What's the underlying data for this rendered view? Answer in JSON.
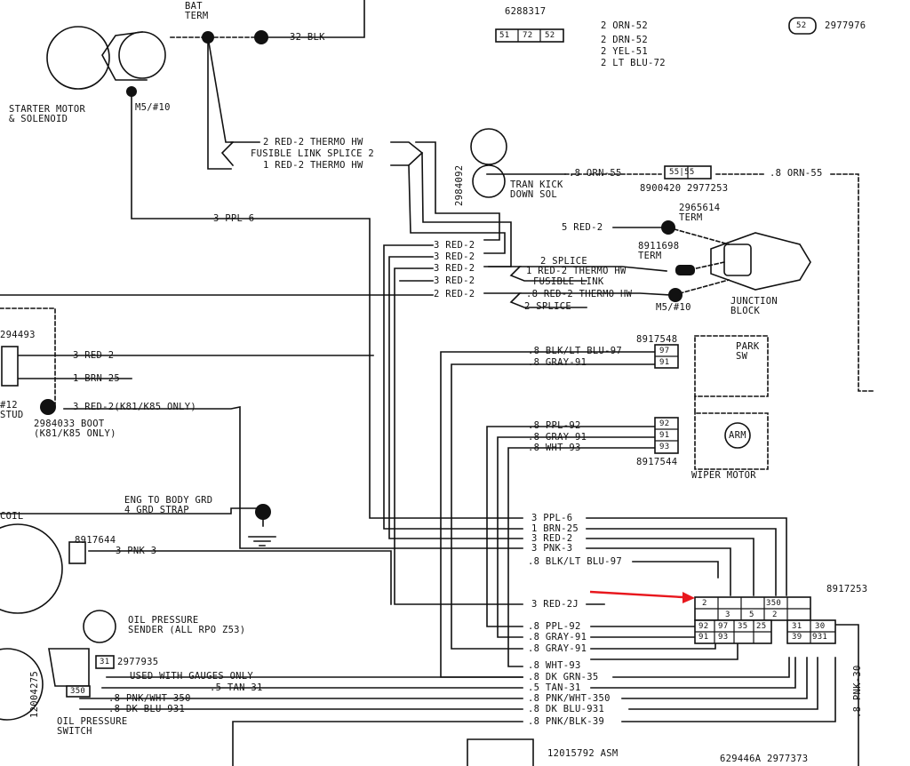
{
  "labels": {
    "bat_term": "BAT\nTERM",
    "starter": "STARTER MOTOR\n& SOLENOID",
    "m5_10_top": "M5/#10",
    "blk32": "32 BLK",
    "p6288317": "6288317",
    "orn52a": "2 ORN-52",
    "orn52b": "2 DRN-52",
    "yel51": "2 YEL-51",
    "ltblu72": "2 LT BLU-72",
    "p2977976": "2977976",
    "red2thermo_a": "2 RED-2 THERMO HW",
    "fusible_splice2": "FUSIBLE LINK SPLICE 2",
    "red2thermo_b": "1 RED-2 THERMO HW",
    "p2984092": "2984092",
    "tran_kick": "TRAN KICK\nDOWN SOL",
    "orn55a": ".8 ORN-55",
    "p8900420": "8900420 2977253",
    "orn55b": ".8 ORN-55",
    "ppl6": "3 PPL 6",
    "red2_5": "5 RED-2",
    "p2965614": "2965614\nTERM",
    "p8911698": "8911698\nTERM",
    "junction": "JUNCTION\nBLOCK",
    "m5_10_b": "M5/#10",
    "red2_r1": "3 RED-2",
    "red2_r2": "3 RED-2",
    "red2_r3": "3 RED-2",
    "red2_r4": "3 RED-2",
    "red2_r5": "2 RED-2",
    "splice_a": "2 SPLICE",
    "red2thermo_c": "1 RED-2 THERMO HW",
    "fusible_link": "FUSIBLE LINK",
    "red2thermo_d": ".8 RED-2 THERMO HW",
    "splice_b": "2 SPLICE",
    "p294493": "294493",
    "red2_left": "3 RED-2",
    "brn25_left": "1 BRN-25",
    "red2_k81": "3 RED-2(K81/K85 ONLY)",
    "stud12": "#12\nSTUD",
    "boot": "2984033 BOOT\n(K81/K85 ONLY)",
    "p8917548": "8917548",
    "blkltblu97": ".8 BLK/LT BLU-97",
    "gray91": ".8 GRAY-91",
    "park_sw": "PARK\nSW",
    "ppl92": ".8 PPL-92",
    "gray91b": ".8 GRAY-91",
    "wht93": ".8 WHT-93",
    "p8917544": "8917544",
    "wiper": "WIPER MOTOR",
    "arm": "ARM",
    "eng_body": "ENG TO BODY GRD\n4 GRD STRAP",
    "coil": "COIL",
    "p8917644": "8917644",
    "pnk3_left": "3 PNK-3",
    "oil_sender": "OIL PRESSURE\nSENDER (ALL RPO Z53)",
    "p12004275": "12004275",
    "p2977935": "2977935",
    "gauges_only": "USED WITH GAUGES ONLY",
    "tan31_left": ".5 TAN-31",
    "pnkwht350_left": ".8 PNK/WHT-350",
    "dkblu931_left": ".8 DK BLU-931",
    "oil_switch": "OIL PRESSURE\nSWITCH",
    "r_ppl6": "3 PPL-6",
    "r_brn25": "1 BRN-25",
    "r_red2": "3 RED-2",
    "r_pnk3": "3 PNK-3",
    "r_blk97": ".8 BLK/LT BLU-97",
    "r_red2j": "3 RED-2J",
    "p8917253": "8917253",
    "r_ppl92": ".8 PPL-92",
    "r_gray91a": ".8 GRAY-91",
    "r_gray91b": ".8 GRAY-91",
    "r_wht93": ".8 WHT-93",
    "r_dkgrn35": ".8 DK GRN-35",
    "r_tan31": ".5 TAN-31",
    "r_pnkwht350": ".8 PNK/WHT-350",
    "r_dkblu931": ".8 DK BLU-931",
    "r_pnkblk39": ".8 PNK/BLK-39",
    "pnk30_vert": ".8 PNK-30",
    "p12015792": "12015792 ASM",
    "p629446a": "629446A 2977373"
  },
  "connector_main": {
    "row1": [
      "2",
      "",
      "",
      "350",
      ""
    ],
    "row2": [
      "",
      "3",
      "5",
      "2",
      ""
    ],
    "row3": [
      "92",
      "97",
      "35",
      "25",
      "31",
      "30"
    ],
    "row4": [
      "91",
      "93",
      "",
      "",
      "39",
      "931"
    ]
  },
  "small_connectors": {
    "c72": [
      "51",
      "72",
      "52"
    ],
    "c5255": "55|55",
    "c29": "52",
    "c97": [
      "97",
      "91"
    ],
    "c92": [
      "92",
      "91",
      "93"
    ],
    "c31": "31",
    "c350": "350"
  },
  "colors": {
    "ink": "#111111",
    "arrow": "#e8171d",
    "bg": "#ffffff"
  }
}
